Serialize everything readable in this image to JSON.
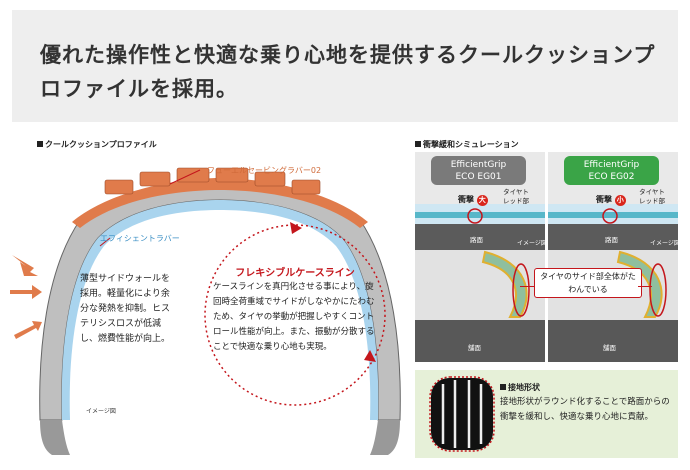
{
  "banner": {
    "text": "優れた操作性と快適な乗り心地を提供するクールクッションプロファイルを採用。"
  },
  "left": {
    "section_title": "クールクッションプロファイル",
    "label_rubber": "フューエルセービングラバー02",
    "label_efficient": "エフィシェントラバー",
    "sidewall_text": "薄型サイドウォールを採用。軽量化により余分な発熱を抑制。ヒステリシスロスが低減し、燃費性能が向上。",
    "flex_title": "フレキシブルケースライン",
    "flex_text": "ケースラインを真円化させる事により、旋回時全荷重域でサイドがしなやかにたわむため、タイヤの挙動が把握しやすくコントロール性能が向上。また、振動が分散することで快適な乗り心地も実現。",
    "image_note": "イメージ図"
  },
  "right": {
    "section_title": "衝撃緩和シミュレーション",
    "panels": [
      {
        "name_line1": "EfficientGrip",
        "name_line2": "ECO EG01",
        "impact": "衝撃",
        "impact_level": "大",
        "tread": "タイヤトレッド部",
        "road": "路面",
        "note": "イメージ図",
        "bottom": "舗面",
        "pill_color": "#7a7a7a",
        "badge_color": "#d9261c"
      },
      {
        "name_line1": "EfficientGrip",
        "name_line2": "ECO EG02",
        "impact": "衝撃",
        "impact_level": "小",
        "tread": "タイヤトレッド部",
        "road": "路面",
        "note": "イメージ図",
        "bottom": "舗面",
        "pill_color": "#3aa447",
        "badge_color": "#d9261c"
      }
    ],
    "side_label": "タイヤのサイド部全体がたわんでいる",
    "contact_title": "接地形状",
    "contact_text": "接地形状がラウンド化することで路面からの衝撃を緩和し、快適な乗り心地に貢献。"
  },
  "colors": {
    "accent_red": "#c4161c",
    "orange": "#e07b4b",
    "blue": "#8ec6e6",
    "banner_bg": "#eeeeee",
    "green_bg": "#e6f0d8"
  }
}
